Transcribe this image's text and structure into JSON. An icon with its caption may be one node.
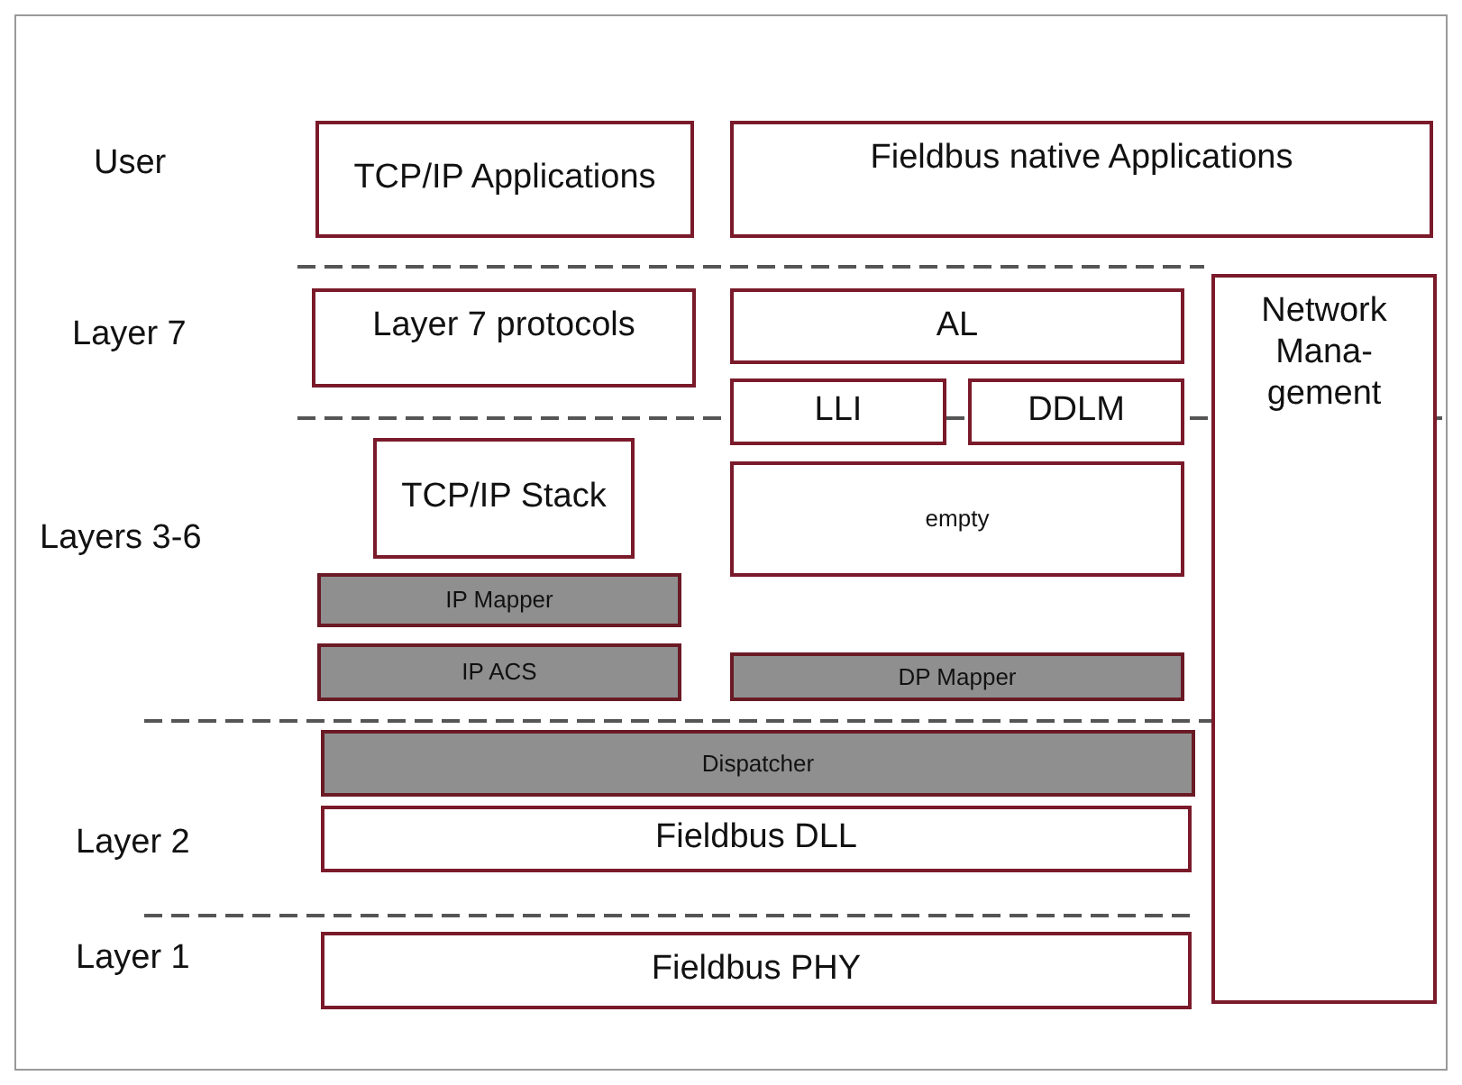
{
  "diagram": {
    "nodes": [
      {
        "text": [
          "TCP/IP Applications"
        ]
      },
      {
        "text": [
          "Fieldbus native Applications"
        ]
      },
      {
        "text": [
          "Layer 7 protocols"
        ]
      },
      {
        "text": [
          "AL"
        ]
      },
      {
        "text": [
          "Network Mana- gement"
        ]
      },
      {
        "text": [
          "LLI"
        ]
      },
      {
        "text": [
          "DDLM"
        ]
      },
      {
        "text": [
          "TCP/IP Stack"
        ]
      },
      {
        "text": [
          "empty"
        ]
      },
      {
        "text": [
          "IP Mapper"
        ]
      },
      {
        "text": [
          "IP ACS"
        ]
      },
      {
        "text": [
          "DP Mapper"
        ]
      },
      {
        "text": [
          "Dispatcher"
        ]
      },
      {
        "text": [
          "Fieldbus DLL"
        ]
      },
      {
        "text": [
          "Fieldbus PHY"
        ]
      }
    ],
    "edges": [],
    "labels": [
      "User",
      "Layer 7",
      "Layers 3-6",
      "Layer 2",
      "Layer 1"
    ]
  }
}
